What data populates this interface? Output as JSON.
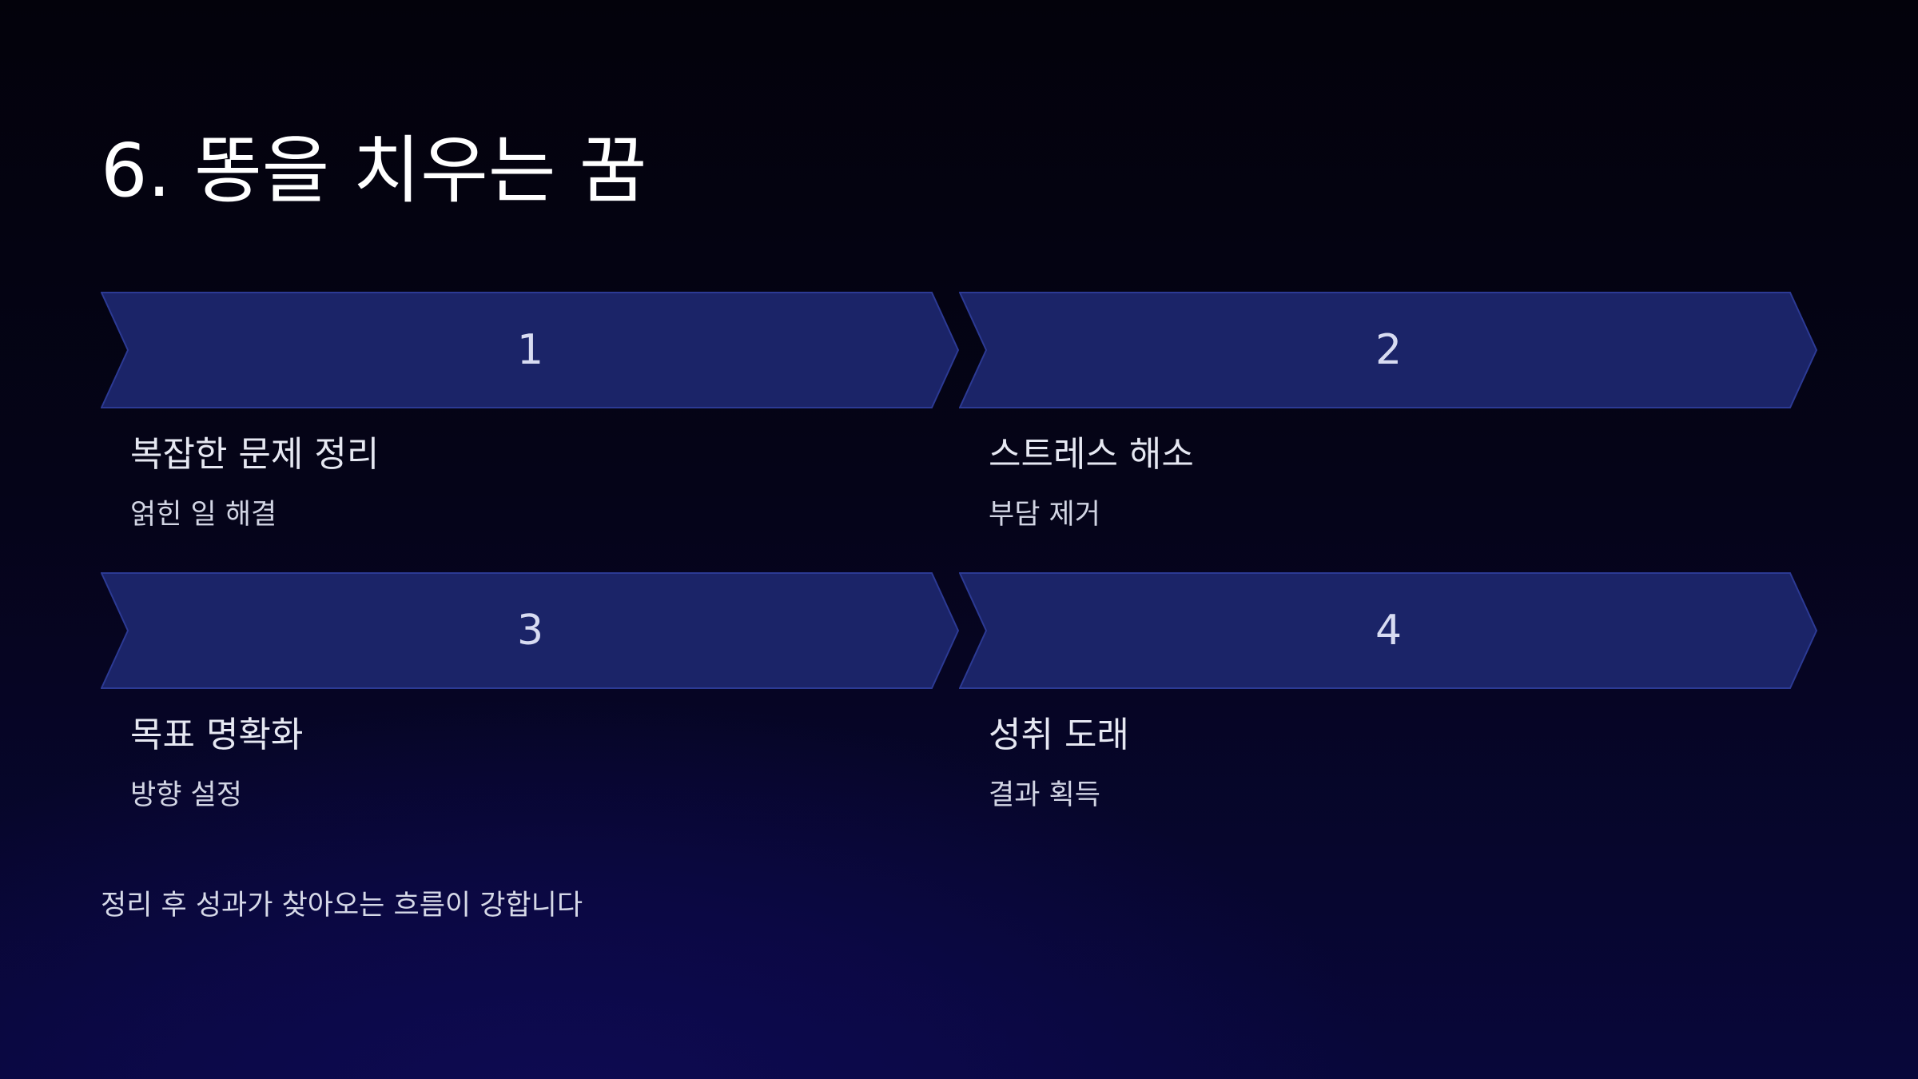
{
  "slide": {
    "title": "6. 똥을 치우는 꿈",
    "steps": [
      {
        "number": "1",
        "title": "복잡한 문제 정리",
        "description": "얽힌 일 해결"
      },
      {
        "number": "2",
        "title": "스트레스 해소",
        "description": "부담 제거"
      },
      {
        "number": "3",
        "title": "목표 명확화",
        "description": "방향 설정"
      },
      {
        "number": "4",
        "title": "성취 도래",
        "description": "결과 획득"
      }
    ],
    "footer": "정리 후 성과가 찾아오는 흐름이 강합니다"
  },
  "colors": {
    "chevron_fill": "#1b2468",
    "chevron_border": "#2c3a94",
    "title_text": "#ffffff",
    "number_text": "#d8dcf2",
    "body_text": "#e6e8f2"
  }
}
